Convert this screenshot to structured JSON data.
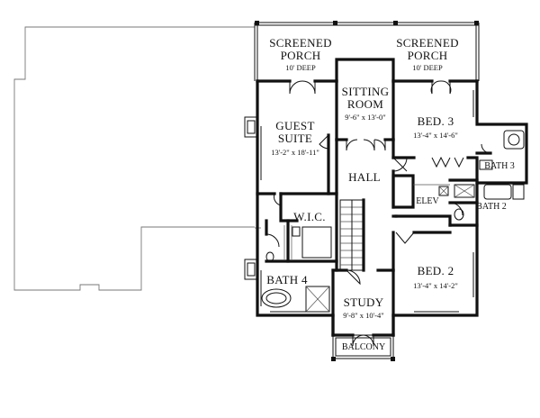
{
  "plan": {
    "rooms": {
      "screened_porch_left": {
        "line1": "SCREENED",
        "line2": "PORCH",
        "dim": "10' DEEP"
      },
      "screened_porch_right": {
        "line1": "SCREENED",
        "line2": "PORCH",
        "dim": "10' DEEP"
      },
      "sitting_room": {
        "line1": "SITTING",
        "line2": "ROOM",
        "dim": "9'-6\" x 13'-0\""
      },
      "guest_suite": {
        "line1": "GUEST",
        "line2": "SUITE",
        "dim": "13'-2\" x 18'-11\""
      },
      "bed3": {
        "name": "BED. 3",
        "dim": "13'-4\" x 14'-6\""
      },
      "bath3": {
        "name": "BATH 3"
      },
      "hall": {
        "name": "HALL"
      },
      "elev": {
        "name": "ELEV"
      },
      "bath2": {
        "name": "BATH 2"
      },
      "wic": {
        "name": "W.I.C."
      },
      "bed2": {
        "name": "BED. 2",
        "dim": "13'-4\" x 14'-2\""
      },
      "bath4": {
        "name": "BATH 4"
      },
      "study": {
        "name": "STUDY",
        "dim": "9'-8\" x 10'-4\""
      },
      "balcony": {
        "name": "BALCONY"
      }
    }
  }
}
